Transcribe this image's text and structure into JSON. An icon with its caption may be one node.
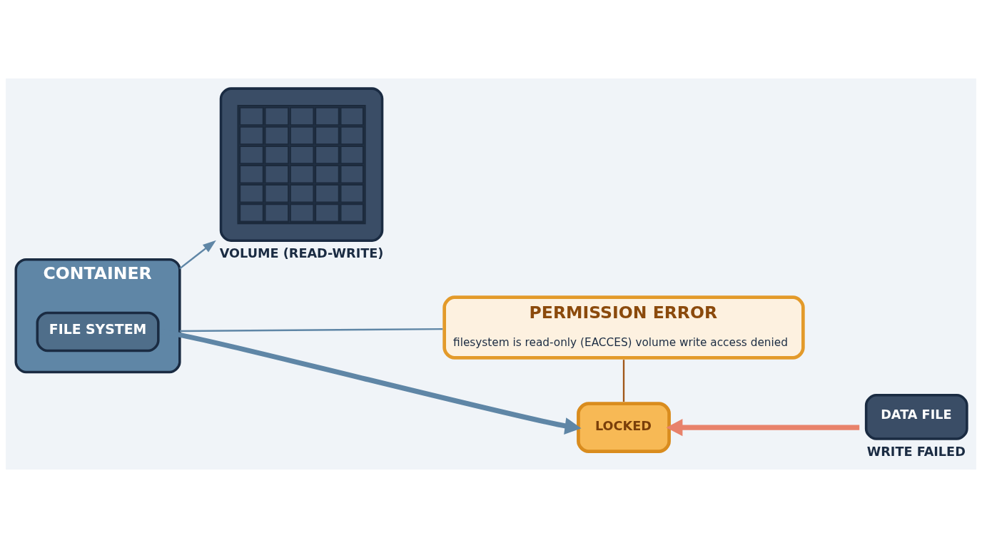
{
  "diagram": {
    "nodes": [
      {
        "text": [
          "CONTAINER"
        ]
      },
      {
        "text": [
          "FILE SYSTEM"
        ],
        "in": 0
      },
      {
        "text": [],
        "shape": "box",
        "beside": [
          "VOLUME (READ-WRITE)"
        ]
      },
      {
        "text": [
          "PERMISSION ERROR",
          "filesystem is read-only (EACCES) volume write access denied"
        ]
      },
      {
        "text": [
          "LOCKED"
        ]
      },
      {
        "text": [
          "DATA FILE"
        ],
        "beside": [
          "WRITE FAILED"
        ]
      }
    ],
    "edges": [
      {
        "from": 0,
        "to": 3,
        "arrow": "none"
      },
      {
        "from": 0,
        "to": 2,
        "arrow": "to"
      },
      {
        "from": 1,
        "to": 4,
        "arrow": "to",
        "style": "thick"
      },
      {
        "from": 3,
        "to": 4,
        "arrow": "none",
        "color": "#a0581a"
      },
      {
        "from": 5,
        "to": 4,
        "arrow": "to",
        "style": "thick",
        "color": "#e8826b"
      }
    ]
  }
}
